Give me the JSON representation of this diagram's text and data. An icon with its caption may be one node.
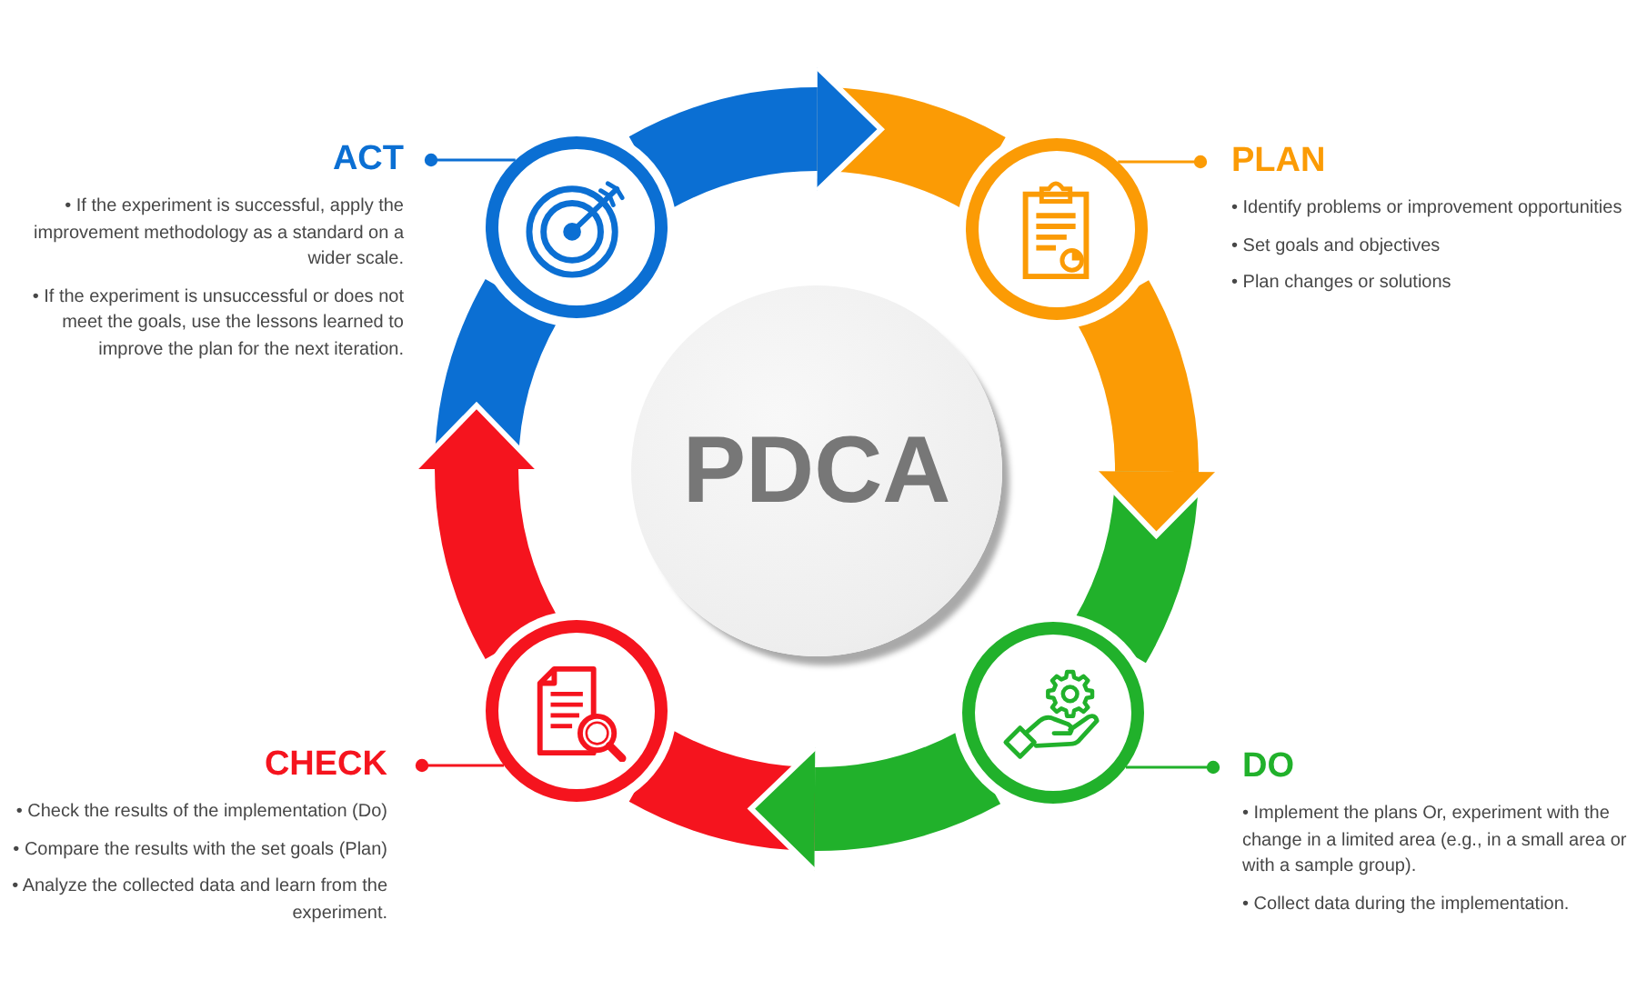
{
  "diagram": {
    "nodes": [
      {
        "text": [
          "ACT",
          "• If the experiment is successful, apply the improvement methodology as a standard on a wider scale.",
          "• If the experiment is unsuccessful or does not meet the goals, use the lessons learned to improve the plan for the next iteration."
        ]
      },
      {
        "text": [],
        "shape": "circle"
      },
      {
        "text": [],
        "shape": "circle"
      },
      {
        "text": [
          "PLAN",
          "• Identify problems or improvement opportunities",
          "• Set goals and objectives",
          "• Plan changes or solutions"
        ]
      },
      {
        "text": [
          "PDCA"
        ]
      },
      {
        "text": [
          "CHECK",
          "• Check the results of the implementation (Do)",
          "• Compare the results with the set goals (Plan)",
          "• Analyze the collected data and learn from the experiment."
        ]
      },
      {
        "text": [],
        "shape": "circle"
      },
      {
        "text": [],
        "shape": "circle"
      },
      {
        "text": [
          "DO",
          "• Implement the plans Or, experiment with the change in a limited area (e.g., in a small area or with a sample group).",
          "• Collect data during the implementation."
        ]
      }
    ],
    "edges": [
      {
        "from": 1,
        "to": 2,
        "arrow": "to",
        "style": "thick",
        "color": "#0b6fd3"
      },
      {
        "from": 2,
        "to": 7,
        "arrow": "to",
        "style": "thick",
        "color": "#fb9b05"
      },
      {
        "from": 7,
        "to": 6,
        "arrow": "to",
        "style": "thick",
        "color": "#21b12b"
      },
      {
        "from": 6,
        "to": 1,
        "arrow": "to",
        "style": "thick",
        "color": "#f5141e"
      },
      {
        "from": 0,
        "to": 1,
        "arrow": "other",
        "color": "#0b6fd3"
      },
      {
        "from": 3,
        "to": 2,
        "arrow": "other",
        "color": "#fb9b05"
      },
      {
        "from": 5,
        "to": 6,
        "arrow": "other",
        "color": "#f5141e"
      },
      {
        "from": 8,
        "to": 7,
        "arrow": "other",
        "color": "#21b12b"
      }
    ]
  }
}
